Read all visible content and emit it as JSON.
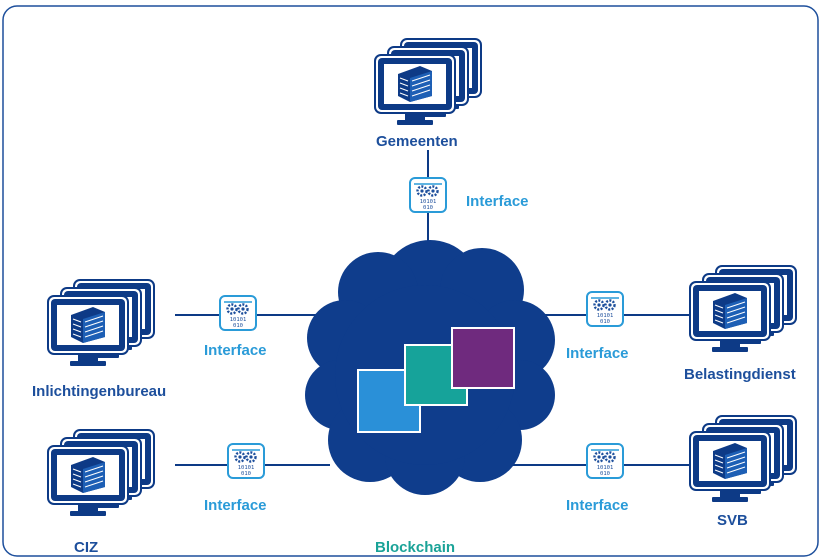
{
  "nodes": {
    "gemeenten": {
      "label": "Gemeenten"
    },
    "inlichtingenbureau": {
      "label": "Inlichtingenbureau"
    },
    "ciz": {
      "label": "CIZ"
    },
    "belastingdienst": {
      "label": "Belastingdienst"
    },
    "svb": {
      "label": "SVB"
    }
  },
  "interfaces": {
    "top": {
      "label": "Interface",
      "icon": "interface-gears-icon"
    },
    "left_upper": {
      "label": "Interface",
      "icon": "interface-gears-icon"
    },
    "left_lower": {
      "label": "Interface",
      "icon": "interface-gears-icon"
    },
    "right_upper": {
      "label": "Interface",
      "icon": "interface-gears-icon"
    },
    "right_lower": {
      "label": "Interface",
      "icon": "interface-gears-icon"
    }
  },
  "center": {
    "label": "Blockchain",
    "icon": "cloud-icon"
  },
  "colors": {
    "frame": "#1d4f9c",
    "monitor": "#0d3a86",
    "screen": "#ffffff",
    "cloud": "#0f3d8c",
    "interface_icon": "#2a9bd8",
    "block_blue": "#2a90d8",
    "block_teal": "#16a39a",
    "block_purple": "#6f2a7e"
  }
}
